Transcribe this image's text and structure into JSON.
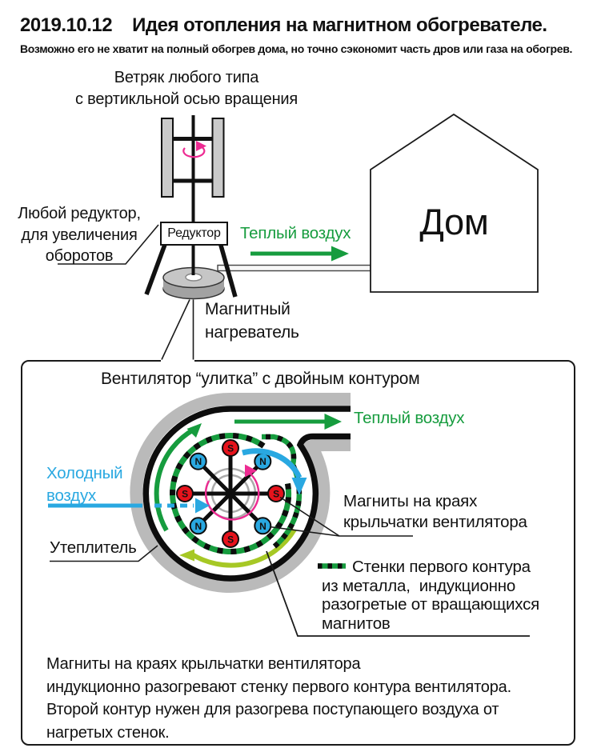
{
  "header": {
    "date": "2019.10.12",
    "title": "Идея отопления на магнитном обогревателе.",
    "subtitle": "Возможно его не хватит на полный обогрев дома, но точно сэкономит часть дров или газа на обогрев."
  },
  "upper_diagram": {
    "turbine_label": [
      "Ветряк любого типа",
      "с вертикльной осью вращения"
    ],
    "gearbox_callout": [
      "Любой редуктор,",
      "для увеличения",
      "оборотов"
    ],
    "gearbox_label": "Редуктор",
    "warm_air_label": "Теплый воздух",
    "house_label": "Дом",
    "heater_label": [
      "Магнитный",
      "нагреватель"
    ]
  },
  "detail_box": {
    "title": "Вентилятор “улитка” с двойным контуром",
    "cold_air_label": [
      "Холодный",
      "воздух"
    ],
    "warm_air_label": "Теплый воздух",
    "insulation_label": "Утеплитель",
    "magnets_label": [
      "Магниты на краях",
      "крыльчатки вентилятора"
    ],
    "walls_legend": [
      "Стенки первого контура",
      "из металла,  индукционно",
      "разогретые от вращающихся",
      "магнитов"
    ],
    "fan": {
      "magnets": [
        {
          "pos": "top",
          "polarity": "S"
        },
        {
          "pos": "upper-right",
          "polarity": "N"
        },
        {
          "pos": "right",
          "polarity": "S"
        },
        {
          "pos": "lower-right",
          "polarity": "N"
        },
        {
          "pos": "bottom",
          "polarity": "S"
        },
        {
          "pos": "lower-left",
          "polarity": "N"
        },
        {
          "pos": "left",
          "polarity": "S"
        },
        {
          "pos": "upper-left",
          "polarity": "N"
        }
      ]
    },
    "bottom_text": [
      "Магниты на краях крыльчатки вентилятора",
      "индукционно разогревают стенку первого контура вентилятора.",
      "Второй контур нужен для разогрева поступающего воздуха от",
      "нагретых стенок."
    ]
  },
  "colors": {
    "green": "#169c3e",
    "light_green": "#a6c825",
    "blue": "#29a8e1",
    "pink": "#ed2b92",
    "magnet_s_red": "#e6131c",
    "magnet_n_blue": "#29a8e1",
    "casing_gray": "#bababa"
  }
}
